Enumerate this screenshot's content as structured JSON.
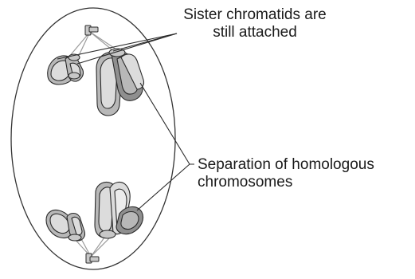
{
  "labels": {
    "sister_chromatids": {
      "line1": "Sister chromatids are",
      "line2": "still attached"
    },
    "homologous_separation": {
      "line1": "Separation of homologous",
      "line2": "chromosomes"
    }
  },
  "colors": {
    "cell_outline": "#333333",
    "chromosome_fill": "#b8b8b8",
    "chromosome_light": "#dcdcdc",
    "chromosome_dark": "#8f8f8f",
    "stroke": "#2a2a2a",
    "spindle": "#9a9a9a",
    "centriole": "#c8c8c8"
  }
}
